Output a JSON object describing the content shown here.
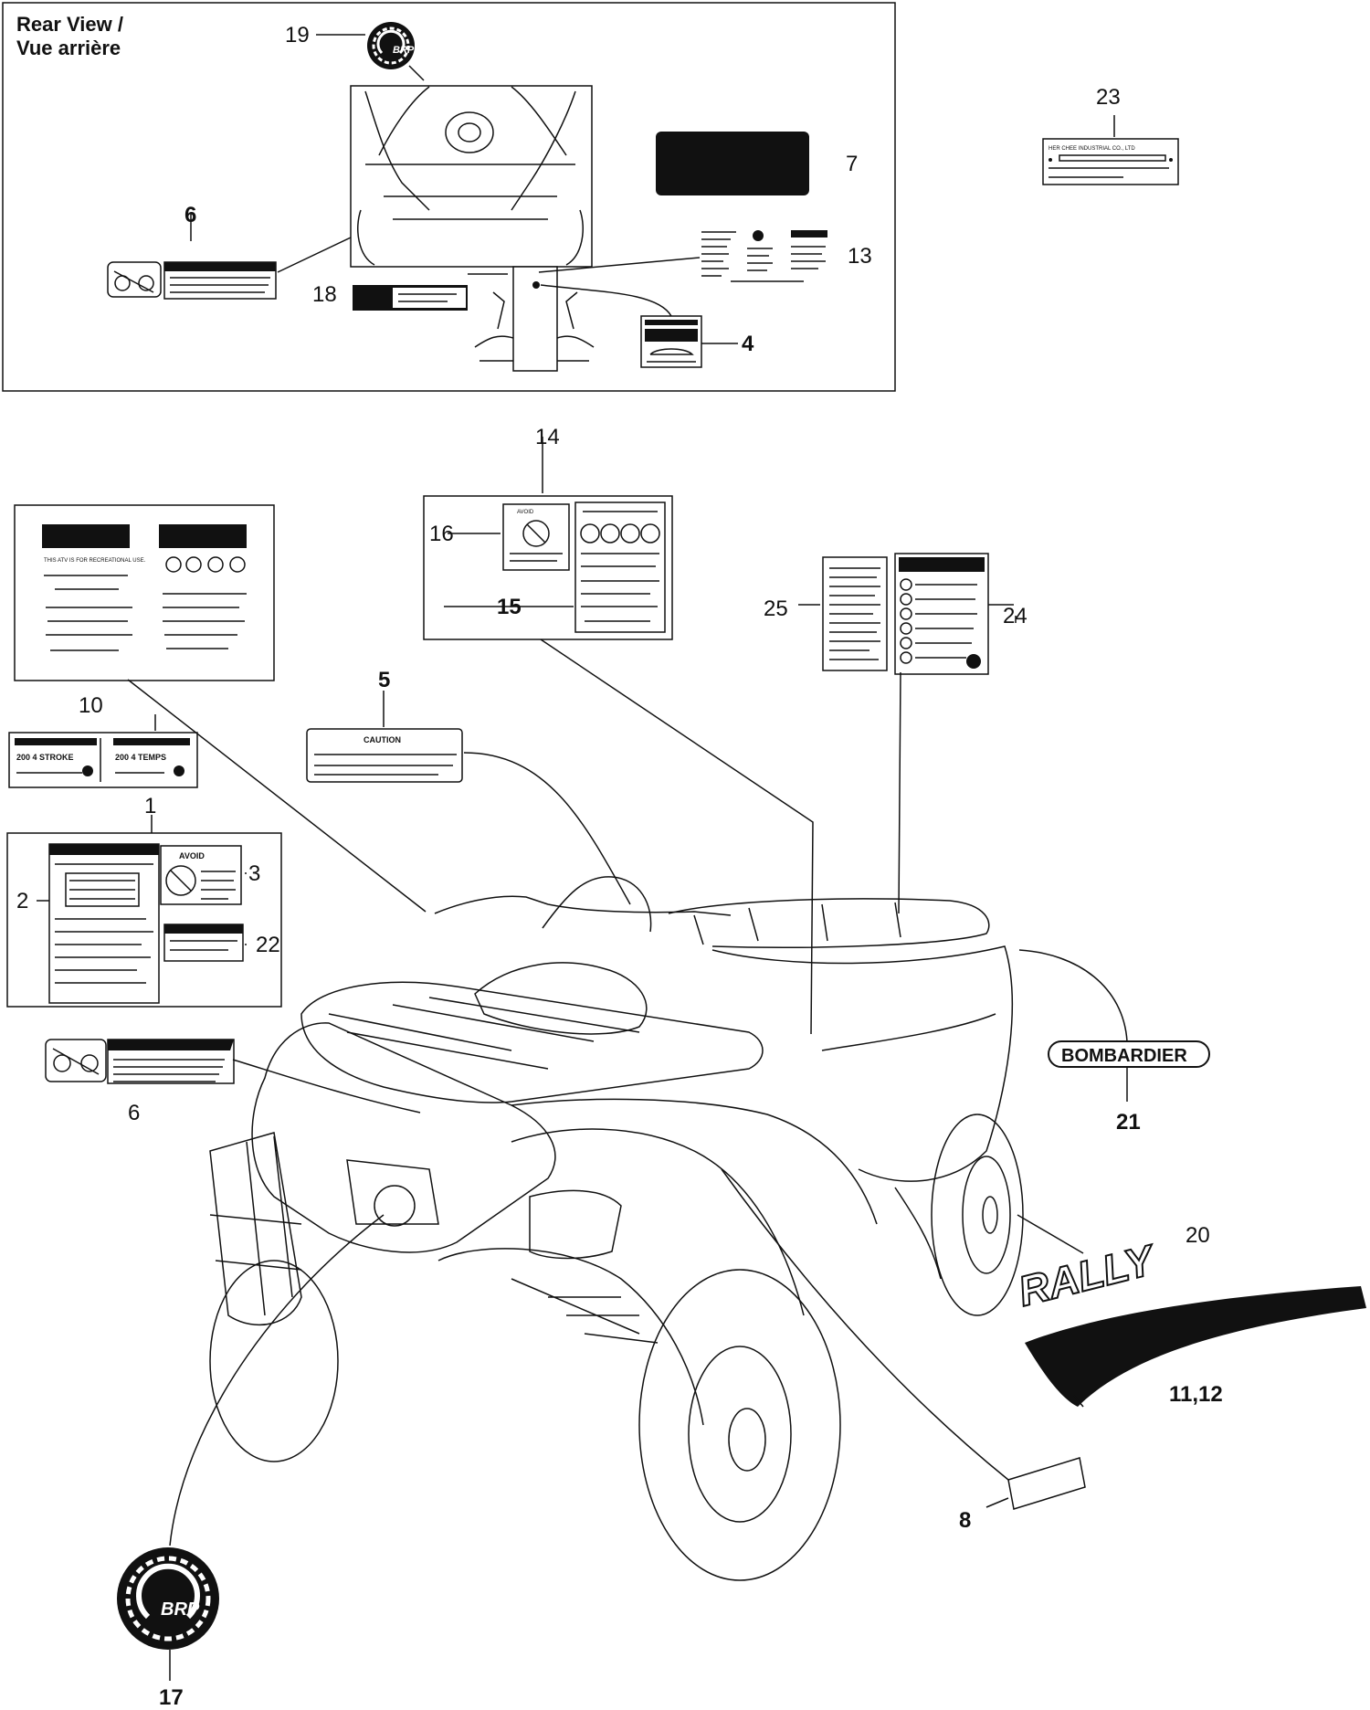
{
  "rear_view": {
    "title_en": "Rear View /",
    "title_fr": "Vue arrière"
  },
  "callouts": {
    "c1": "1",
    "c2": "2",
    "c3": "3",
    "c4": "4",
    "c5": "5",
    "c6a": "6",
    "c6b": "6",
    "c7": "7",
    "c8": "8",
    "c10": "10",
    "c11_12": "11,12",
    "c13": "13",
    "c14": "14",
    "c15": "15",
    "c16": "16",
    "c17": "17",
    "c18": "18",
    "c19": "19",
    "c20": "20",
    "c21": "21",
    "c22": "22",
    "c23": "23",
    "c24": "24",
    "c25": "25"
  },
  "decal_text": {
    "brp_small": "BRP",
    "brp_large": "BRP",
    "bombardier": "BOMBARDIER",
    "rally": "RALLY",
    "caution": "CAUTION",
    "avoid_1": "AVOID",
    "avoid_2": "AVOID",
    "plate_company": "HER CHEE INDUSTRIAL CO., LTD",
    "atv_purpose": "THIS ATV IS FOR RECREATIONAL USE.",
    "stroke_en": "200 4 STROKE",
    "stroke_fr": "200 4 TEMPS"
  }
}
